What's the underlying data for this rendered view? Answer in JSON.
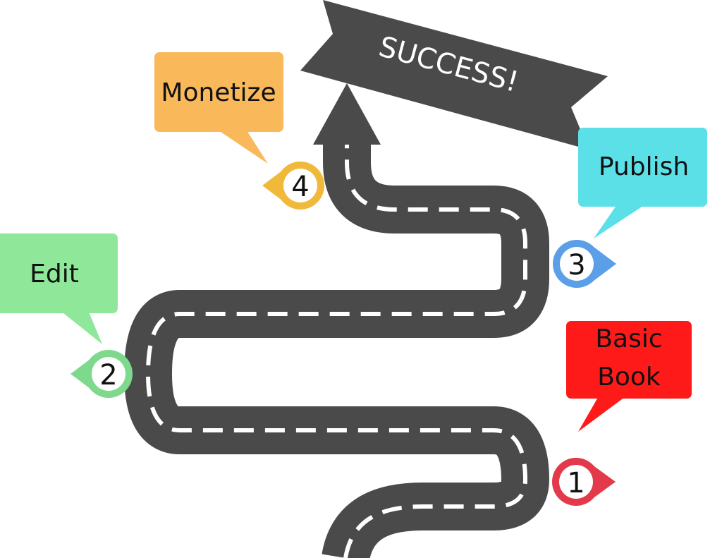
{
  "banner": {
    "text": "SUCCESS!",
    "color": "#4a4a4a"
  },
  "road": {
    "color": "#4a4a4a",
    "stripe_color": "#ffffff"
  },
  "milestones": [
    {
      "number": "1",
      "label_lines": [
        "Basic",
        "Book"
      ],
      "color": "#ff1a1a",
      "marker_color": "#e23a4a"
    },
    {
      "number": "2",
      "label_lines": [
        "Edit"
      ],
      "color": "#8fe89a",
      "marker_color": "#7ed98c"
    },
    {
      "number": "3",
      "label_lines": [
        "Publish"
      ],
      "color": "#5ce0e8",
      "marker_color": "#5a9fe8"
    },
    {
      "number": "4",
      "label_lines": [
        "Monetize"
      ],
      "color": "#f9b95a",
      "marker_color": "#f0b93a"
    }
  ]
}
